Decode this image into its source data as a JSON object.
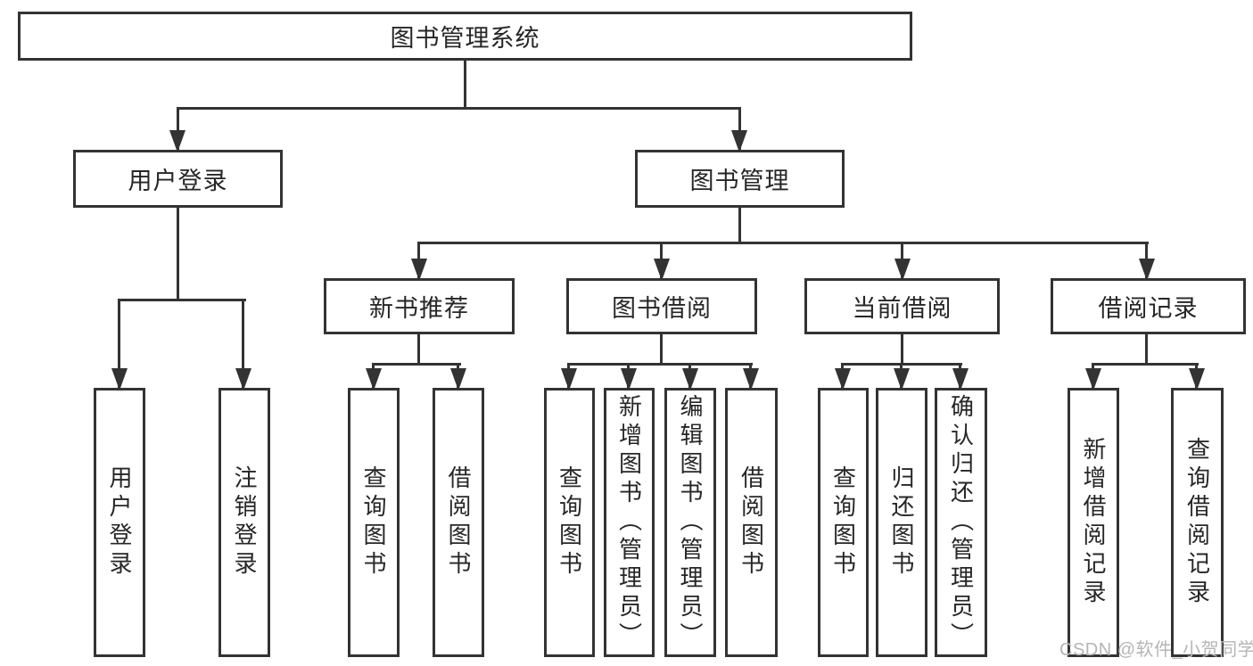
{
  "diagram": {
    "type": "hierarchy-tree",
    "tree": {
      "label": "图书管理系统",
      "children": [
        {
          "label": "用户登录",
          "children": [
            {
              "label": "用户登录"
            },
            {
              "label": "注销登录"
            }
          ]
        },
        {
          "label": "图书管理",
          "children": [
            {
              "label": "新书推荐",
              "children": [
                {
                  "label": "查询图书"
                },
                {
                  "label": "借阅图书"
                }
              ]
            },
            {
              "label": "图书借阅",
              "children": [
                {
                  "label": "查询图书"
                },
                {
                  "label": "新增图书（管理员）"
                },
                {
                  "label": "编辑图书（管理员）"
                },
                {
                  "label": "借阅图书"
                }
              ]
            },
            {
              "label": "当前借阅",
              "children": [
                {
                  "label": "查询图书"
                },
                {
                  "label": "归还图书"
                },
                {
                  "label": "确认归还（管理员）"
                }
              ]
            },
            {
              "label": "借阅记录",
              "children": [
                {
                  "label": "新增借阅记录"
                },
                {
                  "label": "查询借阅记录"
                }
              ]
            }
          ]
        }
      ]
    },
    "colors": {
      "line": "#333333",
      "box_border": "#333333",
      "box_fill": "#ffffff",
      "text": "#262626",
      "background": "#ffffff",
      "watermark": "#b5b5b5"
    }
  },
  "watermark": {
    "text": "CSDN @软件_小贺同学"
  }
}
